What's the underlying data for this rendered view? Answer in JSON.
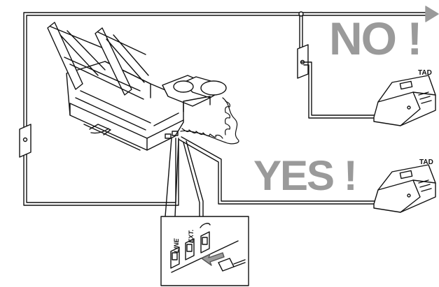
{
  "labels": {
    "no": "NO !",
    "yes": "YES !",
    "tad_top": "TAD",
    "tad_bottom": "TAD",
    "jack_line": "LINE",
    "jack_ext": "EXT."
  },
  "colors": {
    "label_gray": "#9a9a9a",
    "line": "#111111",
    "arrow": "#9a9a9a"
  }
}
